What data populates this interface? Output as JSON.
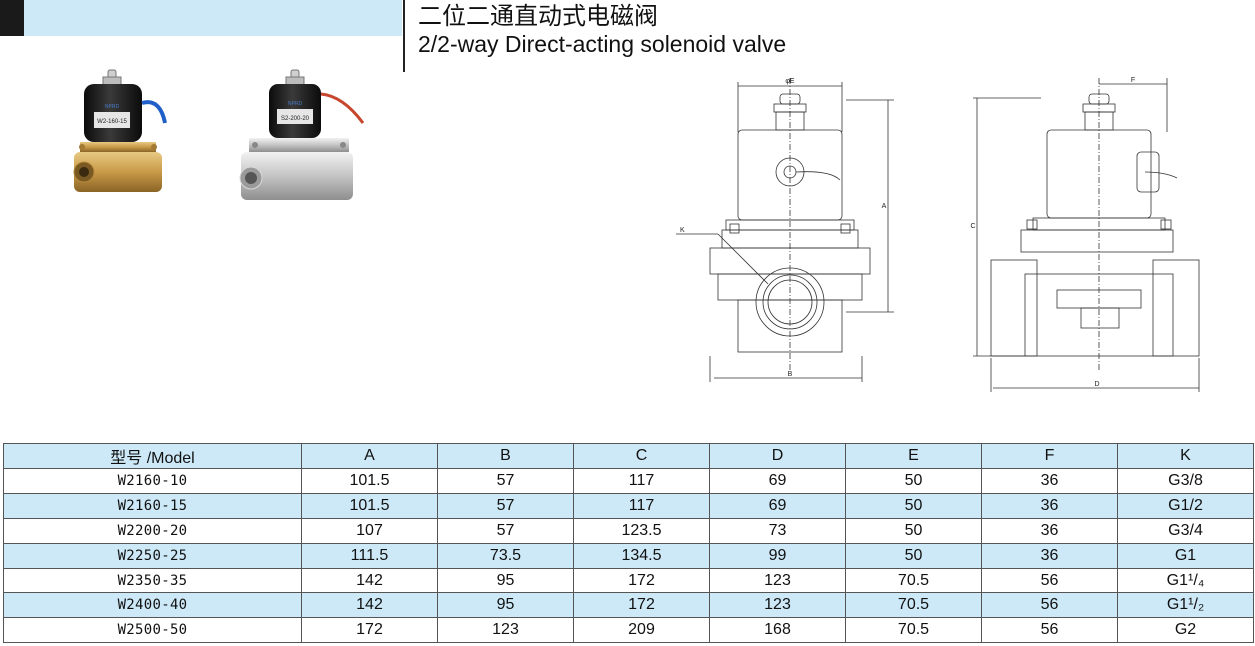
{
  "header": {
    "title_cn": "二位二通直动式电磁阀",
    "title_en": "2/2-way Direct-acting solenoid valve"
  },
  "photos": {
    "brass_label": "W2-160-15",
    "steel_label": "S2-200-20",
    "brand": "NPRD"
  },
  "dimension_labels": {
    "E": "φE",
    "A": "A",
    "B": "B",
    "K": "K",
    "F": "F",
    "C": "C",
    "D": "D"
  },
  "table": {
    "headers": [
      "型号 /Model",
      "A",
      "B",
      "C",
      "D",
      "E",
      "F",
      "K"
    ],
    "rows": [
      [
        "W2160-10",
        "101.5",
        "57",
        "117",
        "69",
        "50",
        "36",
        "G3/8"
      ],
      [
        "W2160-15",
        "101.5",
        "57",
        "117",
        "69",
        "50",
        "36",
        "G1/2"
      ],
      [
        "W2200-20",
        "107",
        "57",
        "123.5",
        "73",
        "50",
        "36",
        "G3/4"
      ],
      [
        "W2250-25",
        "111.5",
        "73.5",
        "134.5",
        "99",
        "50",
        "36",
        "G1"
      ],
      [
        "W2350-35",
        "142",
        "95",
        "172",
        "123",
        "70.5",
        "56",
        "G1¹/₄"
      ],
      [
        "W2400-40",
        "142",
        "95",
        "172",
        "123",
        "70.5",
        "56",
        "G1¹/₂"
      ],
      [
        "W2500-50",
        "172",
        "123",
        "209",
        "168",
        "70.5",
        "56",
        "G2"
      ]
    ]
  },
  "colors": {
    "header_blue": "#cde9f7",
    "row_blue": "#cde9f7",
    "header_black": "#1a1a1a"
  }
}
